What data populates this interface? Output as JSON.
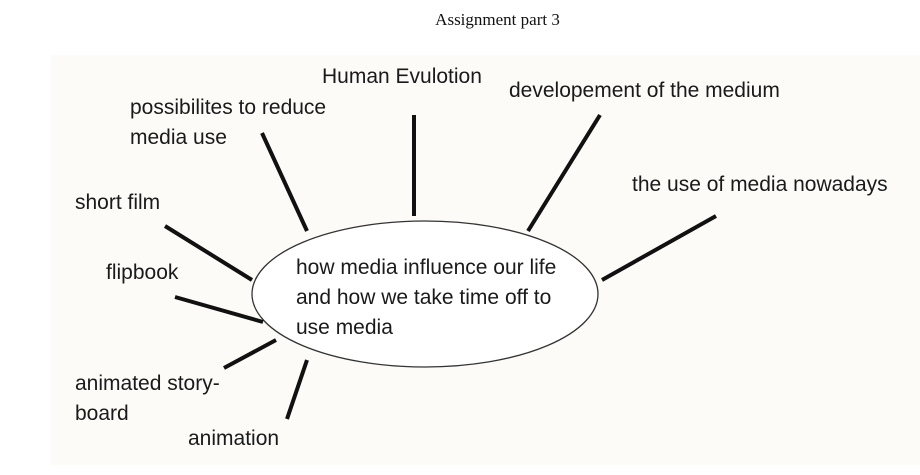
{
  "title": "Assignment part 3",
  "center": {
    "line1": "how media influence our life",
    "line2": "and how we  take time off to",
    "line3": "use media"
  },
  "branches": {
    "human_evolution": "Human Evulotion",
    "development": "developement of the medium",
    "use_nowadays": "the use of media nowadays",
    "reduce_line1": "possibilites to reduce",
    "reduce_line2": "media use",
    "short_film": "short film",
    "flipbook": "flipbook",
    "storyboard_line1": "animated story-",
    "storyboard_line2": "board",
    "animation": "animation"
  }
}
